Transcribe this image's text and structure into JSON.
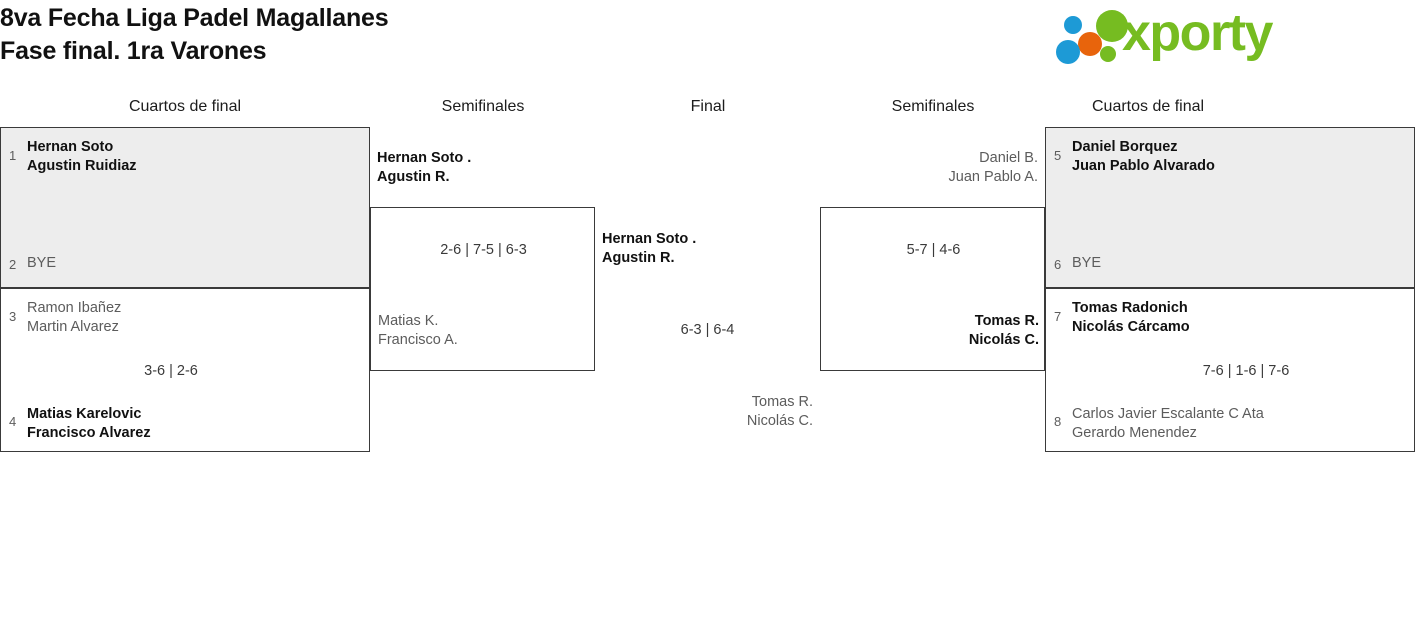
{
  "header": {
    "title": "8va Fecha Liga Padel Magallanes\nFase final. 1ra Varones",
    "logo_word": "xporty"
  },
  "rounds": [
    {
      "label": "Cuartos de final"
    },
    {
      "label": "Semifinales"
    },
    {
      "label": "Final"
    },
    {
      "label": "Semifinales"
    },
    {
      "label": "Cuartos de final"
    }
  ],
  "bracket": {
    "left_quarters": [
      {
        "score": "",
        "top": {
          "seed": "1",
          "line1": "Hernan Soto",
          "line2": "Agustin Ruidiaz",
          "result": "win"
        },
        "bottom": {
          "seed": "2",
          "line1": "BYE",
          "line2": "",
          "result": "bye"
        }
      },
      {
        "score": "3-6 | 2-6",
        "top": {
          "seed": "3",
          "line1": "Ramon Ibañez",
          "line2": "Martin Alvarez",
          "result": "lose"
        },
        "bottom": {
          "seed": "4",
          "line1": "Matias Karelovic",
          "line2": "Francisco Alvarez",
          "result": "win"
        }
      }
    ],
    "left_semi": {
      "score": "2-6 | 7-5 | 6-3",
      "top": {
        "line1": "Hernan Soto .",
        "line2": "Agustin R.",
        "result": "win"
      },
      "bottom": {
        "line1": "Matias K.",
        "line2": "Francisco A.",
        "result": "lose"
      }
    },
    "final": {
      "score": "6-3 | 6-4",
      "top": {
        "line1": "Hernan Soto .",
        "line2": "Agustin R.",
        "result": "win"
      },
      "bottom": {
        "line1": "Tomas R.",
        "line2": "Nicolás C.",
        "result": "lose"
      }
    },
    "right_semi": {
      "score": "5-7 | 4-6",
      "top": {
        "line1": "Daniel B.",
        "line2": "Juan Pablo A.",
        "result": "lose"
      },
      "bottom": {
        "line1": "Tomas R.",
        "line2": "Nicolás C.",
        "result": "win"
      }
    },
    "right_quarters": [
      {
        "score": "",
        "top": {
          "seed": "5",
          "line1": "Daniel Borquez",
          "line2": "Juan Pablo Alvarado",
          "result": "win"
        },
        "bottom": {
          "seed": "6",
          "line1": "BYE",
          "line2": "",
          "result": "bye"
        }
      },
      {
        "score": "7-6 | 1-6 | 7-6",
        "top": {
          "seed": "7",
          "line1": "Tomas Radonich",
          "line2": "Nicolás Cárcamo",
          "result": "win"
        },
        "bottom": {
          "seed": "8",
          "line1": "Carlos Javier Escalante C Ata",
          "line2": "Gerardo Menendez",
          "result": "lose"
        }
      }
    ]
  },
  "colors": {
    "brand_green": "#76bc21",
    "brand_blue": "#1d9ad6",
    "brand_orange": "#e8640c",
    "box_fill": "#ededed",
    "box_border": "#3a3a3a"
  }
}
